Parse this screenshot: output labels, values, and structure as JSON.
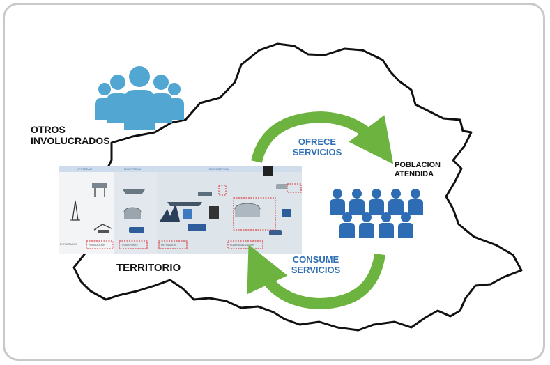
{
  "labels": {
    "otros": [
      "OTROS",
      "INVOLUCRADOS"
    ],
    "territorio": "TERRITORIO",
    "poblacion": [
      "POBLACION",
      "ATENDIDA"
    ],
    "ofrece": [
      "OFRECE",
      "SERVICIOS"
    ],
    "consume": [
      "CONSUME",
      "SERVICIOS"
    ]
  },
  "colors": {
    "people_main": "#52a6d2",
    "people_group": "#2e6db4",
    "arrow_green": "#6db33f",
    "service_text": "#2f6fb5"
  },
  "icons": {
    "stakeholders": "group-people-icon",
    "population": "population-grid-icon",
    "value_chain": "oil-gas-value-chain-image"
  }
}
